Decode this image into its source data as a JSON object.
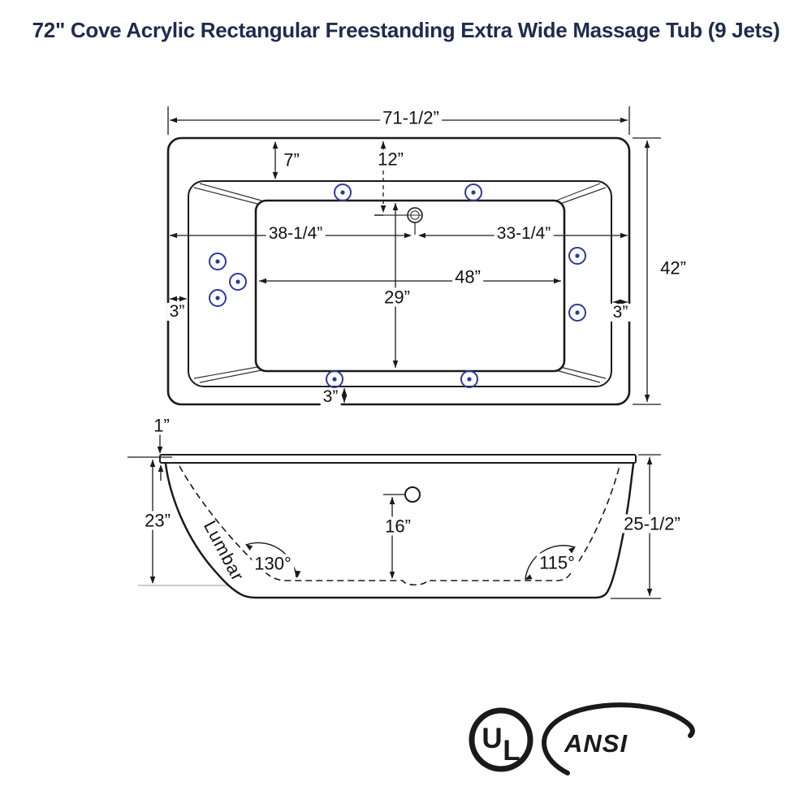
{
  "title": "72\" Cove Acrylic Rectangular Freestanding Extra Wide Massage Tub (9 Jets)",
  "colors": {
    "title_text": "#1f2b4d",
    "line": "#1a1a1a",
    "jet_blue": "#2b3a9c"
  },
  "top_view": {
    "overall_width": "71-1/2”",
    "overall_depth": "42”",
    "top_rim_width": "7”",
    "drain_offset_from_top": "12”",
    "drain_offset_from_left": "38-1/4”",
    "drain_offset_from_right": "33-1/4”",
    "basin_length": "48”",
    "basin_width": "29”",
    "left_rim_width": "3”",
    "right_rim_width": "3”",
    "bottom_rim_width": "3”",
    "jet_count": 9
  },
  "side_view": {
    "rim_thickness": "1”",
    "basin_depth": "23”",
    "overall_height": "25-1/2”",
    "overflow_height": "16”",
    "backrest_angle": "130°",
    "front_angle": "115°",
    "lumbar_label": "Lumbar"
  },
  "certifications": {
    "ul_letter_u": "U",
    "ul_letter_l": "L",
    "ansi_label": "ANSI"
  }
}
